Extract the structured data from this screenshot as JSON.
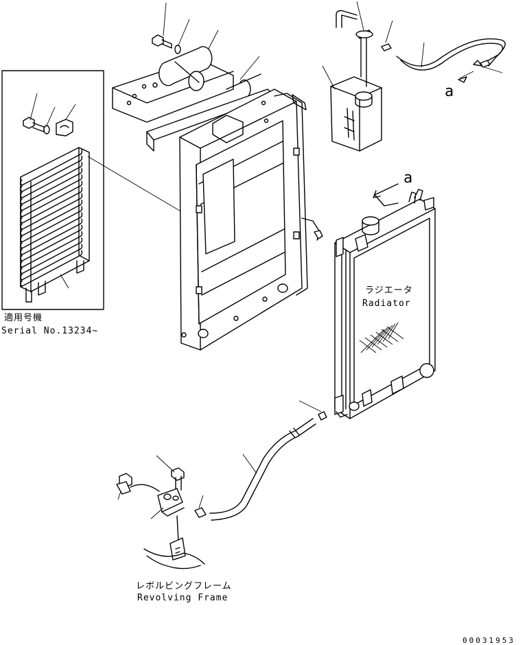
{
  "labels": {
    "radiator_jp": "ラジエータ",
    "radiator_en": "Radiator",
    "serial_jp": "適用号機",
    "serial_en": "Serial No.13234~",
    "frame_jp": "レボルビングフレーム",
    "frame_en": "Revolving Frame",
    "arrow_a_top": "a",
    "arrow_a_side": "a",
    "drawing_code": "00031953"
  }
}
